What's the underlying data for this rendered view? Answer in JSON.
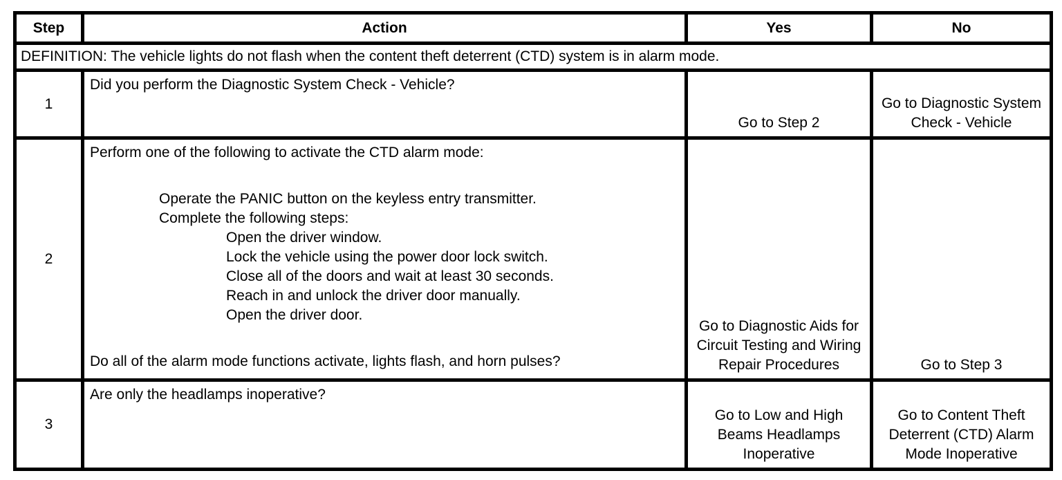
{
  "page": {
    "background": "#ffffff"
  },
  "table": {
    "border_color": "#000000",
    "text_color": "#000000",
    "headers": {
      "step": "Step",
      "action": "Action",
      "yes": "Yes",
      "no": "No"
    },
    "definition": "DEFINITION: The vehicle lights do not flash when the content theft deterrent (CTD) system is in alarm mode.",
    "rows": [
      {
        "step": "1",
        "action": "Did you perform the Diagnostic System Check - Vehicle?",
        "yes": "Go to Step 2",
        "no": "Go to Diagnostic System Check - Vehicle"
      },
      {
        "step": "2",
        "action": {
          "intro": "Perform one of the following to activate the CTD alarm mode:",
          "level1": [
            "Operate the PANIC button on the keyless entry transmitter.",
            "Complete the following steps:"
          ],
          "level2": [
            "Open the driver window.",
            "Lock the vehicle using the power door lock switch.",
            "Close all of the doors and wait at least 30 seconds.",
            "Reach in and unlock the driver door manually.",
            "Open the driver door."
          ],
          "question": "Do all of the alarm mode functions activate, lights flash, and horn pulses?"
        },
        "yes": "Go to Diagnostic Aids for Circuit Testing and Wiring Repair Procedures",
        "no": "Go to Step 3"
      },
      {
        "step": "3",
        "action": "Are only the headlamps inoperative?",
        "yes": "Go to Low and High Beams Headlamps Inoperative",
        "no": "Go to Content Theft Deterrent (CTD) Alarm Mode Inoperative"
      }
    ]
  }
}
